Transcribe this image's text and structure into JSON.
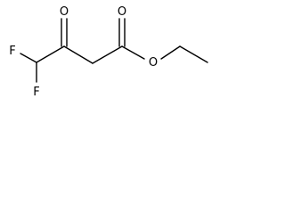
{
  "molecule": {
    "atoms": {
      "o_ketone": "O",
      "o_carbonyl": "O",
      "o_ester": "O",
      "f_upper": "F",
      "f_lower": "F"
    },
    "colors": {
      "stroke": "#000000",
      "text": "#000000",
      "background": "#ffffff"
    }
  }
}
